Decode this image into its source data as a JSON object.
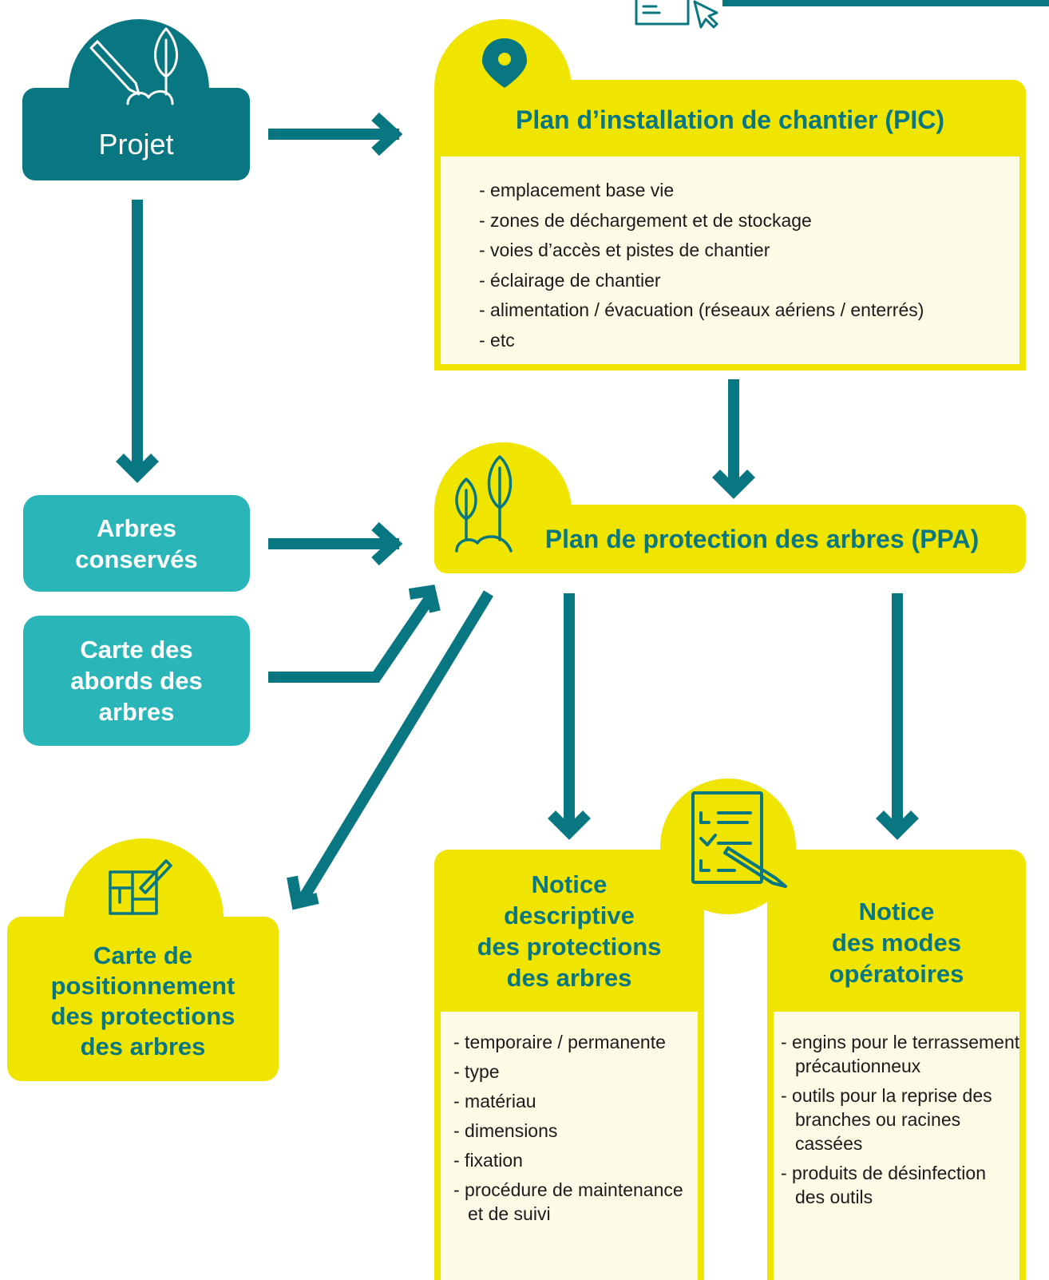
{
  "projet": {
    "label": "Projet"
  },
  "pic": {
    "title": "Plan d’installation de chantier (PIC)",
    "items": [
      "- emplacement base vie",
      "- zones de déchargement et de stockage",
      "- voies d’accès et pistes de chantier",
      "- éclairage de chantier",
      "- alimentation / évacuation (réseaux aériens / enterrés)",
      "- etc"
    ]
  },
  "inputs": {
    "arbres_conserves": [
      "Arbres",
      "conservés"
    ],
    "carte_abords": [
      "Carte des",
      "abords des",
      "arbres"
    ]
  },
  "ppa": {
    "title": "Plan de protection des arbres (PPA)"
  },
  "carte_positionnement": {
    "lines": [
      "Carte de",
      "positionnement",
      "des protections",
      "des arbres"
    ]
  },
  "notice_descriptive": {
    "title_lines": [
      "Notice",
      "descriptive",
      "des protections",
      "des arbres"
    ],
    "items": [
      "- temporaire / permanente",
      "- type",
      "- matériau",
      "- dimensions",
      "- fixation",
      "- procédure de maintenance et de suivi"
    ]
  },
  "notice_modes": {
    "title_lines": [
      "Notice",
      "des modes",
      "opératoires"
    ],
    "items": [
      "- engins pour le terrassement précautionneux",
      "- outils pour la reprise des branches ou racines cassées",
      "- produits de désinfection des outils"
    ]
  },
  "colors": {
    "teal_dark": "#097782",
    "teal_light": "#2ab6b8",
    "yellow": "#f0e500",
    "cream": "#fdfae6"
  },
  "icons": [
    "pencil-leaf-icon",
    "location-pin-icon",
    "trees-icon",
    "checklist-pencil-icon",
    "blueprint-pencil-icon",
    "document-cursor-icon"
  ]
}
